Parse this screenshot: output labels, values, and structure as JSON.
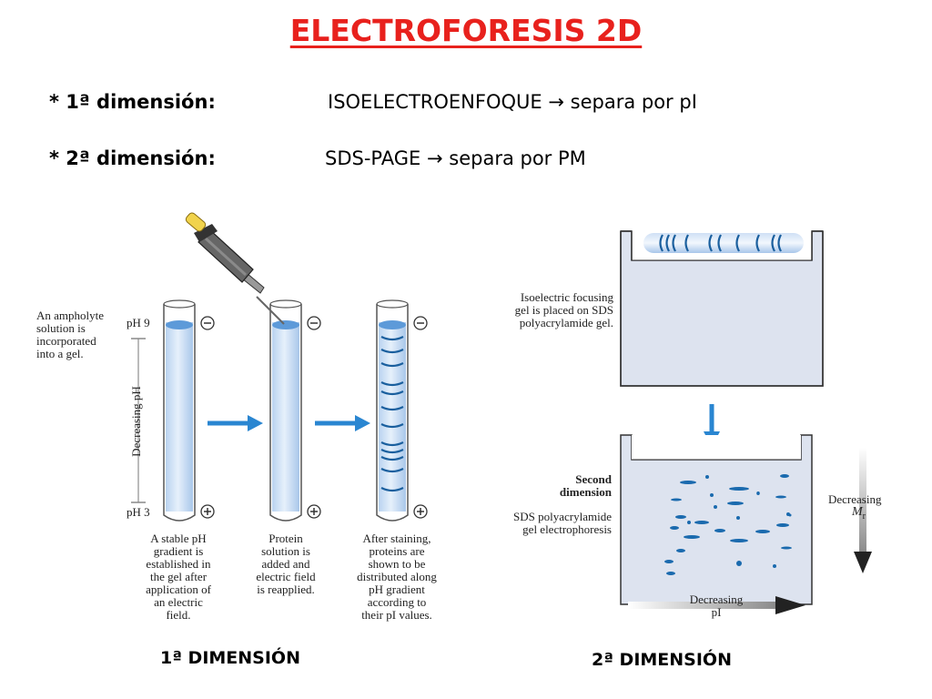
{
  "title": "ELECTROFORESIS 2D",
  "dimensions": [
    {
      "label": "* 1ª dimensión:",
      "technique": "ISOELECTROENFOQUE",
      "result": "separa por pI"
    },
    {
      "label": "* 2ª dimensión:",
      "technique": "SDS-PAGE",
      "result": "separa por PM"
    }
  ],
  "first_dimension": {
    "ampholyte_caption": [
      "An ampholyte",
      "solution is",
      "incorporated",
      "into a gel."
    ],
    "ph_top": "pH 9",
    "ph_bottom": "pH 3",
    "axis_label": "Decreasing pH",
    "step1_caption": [
      "A stable pH",
      "gradient is",
      "established in",
      "the gel after",
      "application of",
      "an electric",
      "field."
    ],
    "step2_caption": [
      "Protein",
      "solution is",
      "added and",
      "electric field",
      "is reapplied."
    ],
    "step3_caption": [
      "After staining,",
      "proteins are",
      "shown to be",
      "distributed along",
      "pH gradient",
      "according to",
      "their pI values."
    ],
    "footer": "1ª DIMENSIÓN"
  },
  "second_dimension": {
    "placement_caption": [
      "Isoelectric focusing",
      "gel is placed on SDS",
      "polyacrylamide gel."
    ],
    "second_label": [
      "Second",
      "dimension"
    ],
    "sds_caption": [
      "SDS polyacrylamide",
      "gel electrophoresis"
    ],
    "mr_label_line1": "Decreasing",
    "mr_symbol": "M",
    "mr_sub": "r",
    "pi_label": [
      "Decreasing",
      "pI"
    ],
    "footer": "2ª DIMENSIÓN"
  },
  "colors": {
    "title": "#e8211d",
    "gel": "#cfe0f5",
    "band": "#1a5f9e",
    "arrow": "#2a86d1",
    "box": "#dde3ef"
  }
}
